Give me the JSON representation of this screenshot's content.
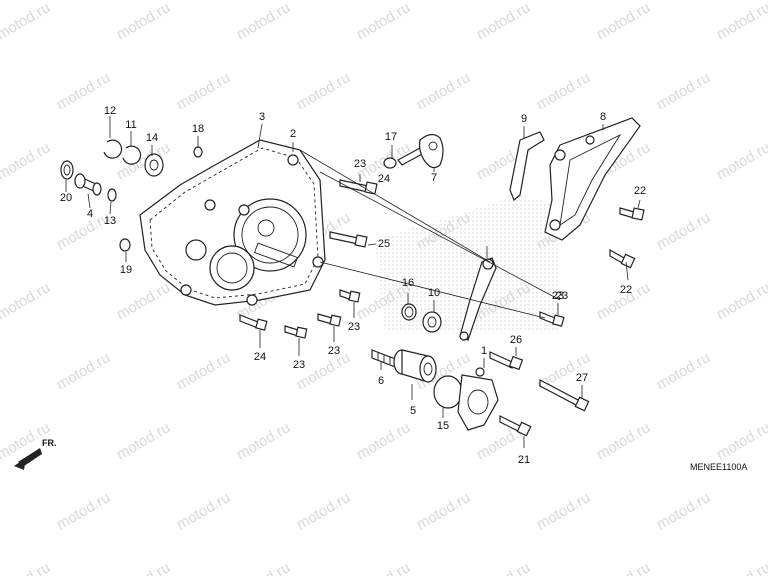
{
  "diagram": {
    "code": "MENEE1100A",
    "front_marker": "FR.",
    "watermark_text": "motod.ru",
    "callouts": [
      "1",
      "2",
      "3",
      "4",
      "5",
      "6",
      "7",
      "8",
      "9",
      "10",
      "11",
      "12",
      "13",
      "14",
      "15",
      "16",
      "17",
      "18",
      "19",
      "20",
      "21",
      "22",
      "22",
      "23",
      "23",
      "23",
      "23",
      "23",
      "23",
      "24",
      "24",
      "25",
      "26",
      "27"
    ]
  }
}
